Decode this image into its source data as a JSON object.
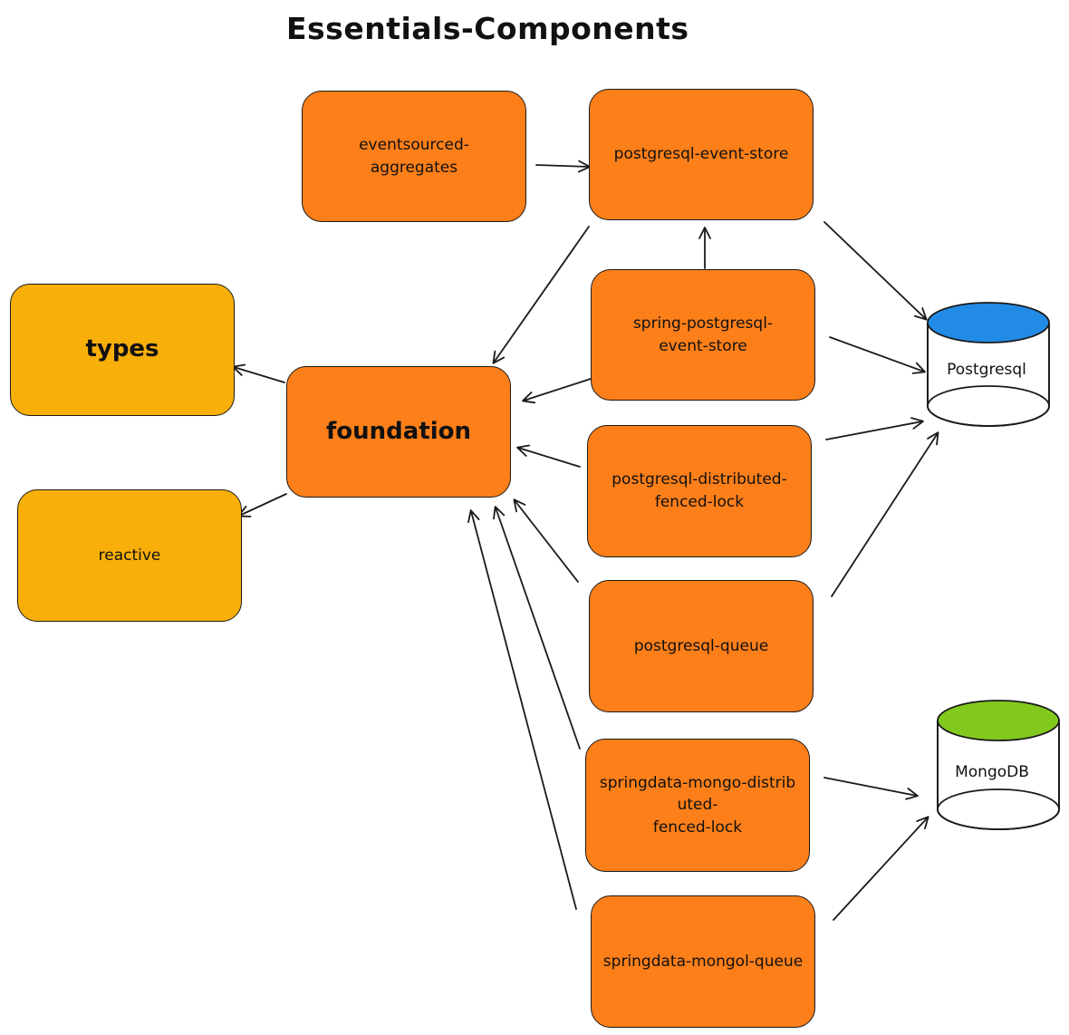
{
  "diagram": {
    "title": "Essentials-Components",
    "nodes": {
      "eventsourced_aggregates": "eventsourced-\naggregates",
      "postgresql_event_store": "postgresql-event-store",
      "types": "types",
      "foundation": "foundation",
      "reactive": "reactive",
      "spring_postgresql_event_store": "spring-postgresql-\nevent-store",
      "postgresql_distributed_fenced_lock": "postgresql-distributed-\nfenced-lock",
      "postgresql_queue": "postgresql-queue",
      "springdata_mongo_distributed_fenced_lock": "springdata-mongo-distrib\nuted-\nfenced-lock",
      "springdata_mongol_queue": "springdata-mongol-queue"
    },
    "databases": {
      "postgresql": {
        "label": "Postgresql",
        "color": "#228be6"
      },
      "mongodb": {
        "label": "MongoDB",
        "color": "#82c91e"
      }
    },
    "colors": {
      "module": "#fd7f19",
      "base_module": "#f9af0a",
      "stroke": "#1a1a1a"
    }
  }
}
